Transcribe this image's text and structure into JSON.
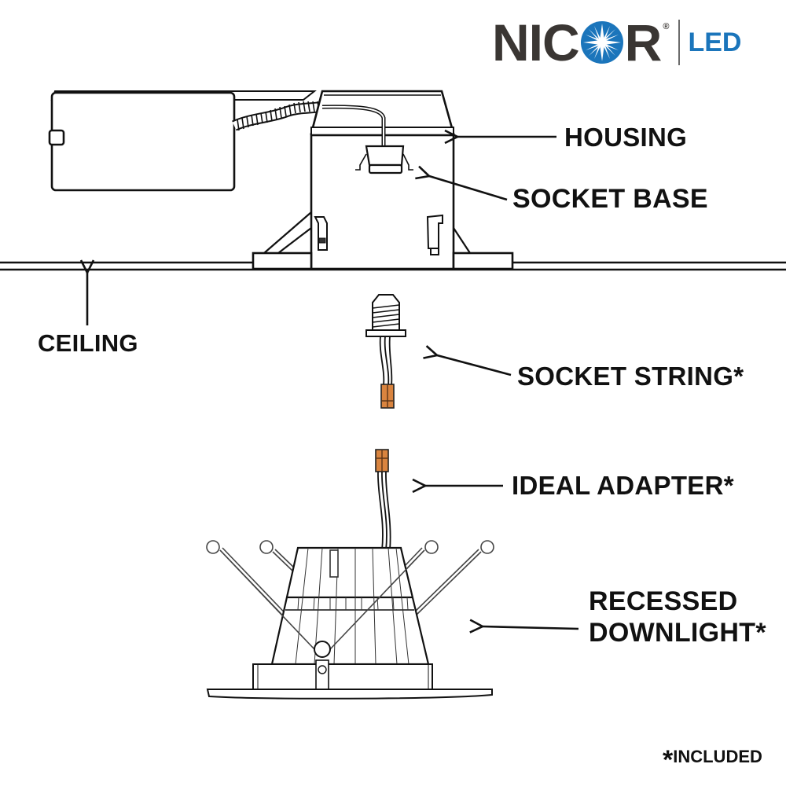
{
  "brand": {
    "name_part1": "NIC",
    "name_part2": "R",
    "registered_mark": "®",
    "product_line": "LED",
    "colors": {
      "wordmark": "#3a3633",
      "accent_blue": "#1b75bb",
      "connector_orange": "#d9843f"
    },
    "icon": "starburst-o-icon"
  },
  "labels": {
    "housing": "HOUSING",
    "socket_base": "SOCKET BASE",
    "ceiling": "CEILING",
    "socket_string": "SOCKET STRING*",
    "ideal_adapter": "IDEAL ADAPTER*",
    "recessed_line1": "RECESSED",
    "recessed_line2": "DOWNLIGHT*"
  },
  "footnote": {
    "asterisk": "*",
    "text": "INCLUDED"
  }
}
